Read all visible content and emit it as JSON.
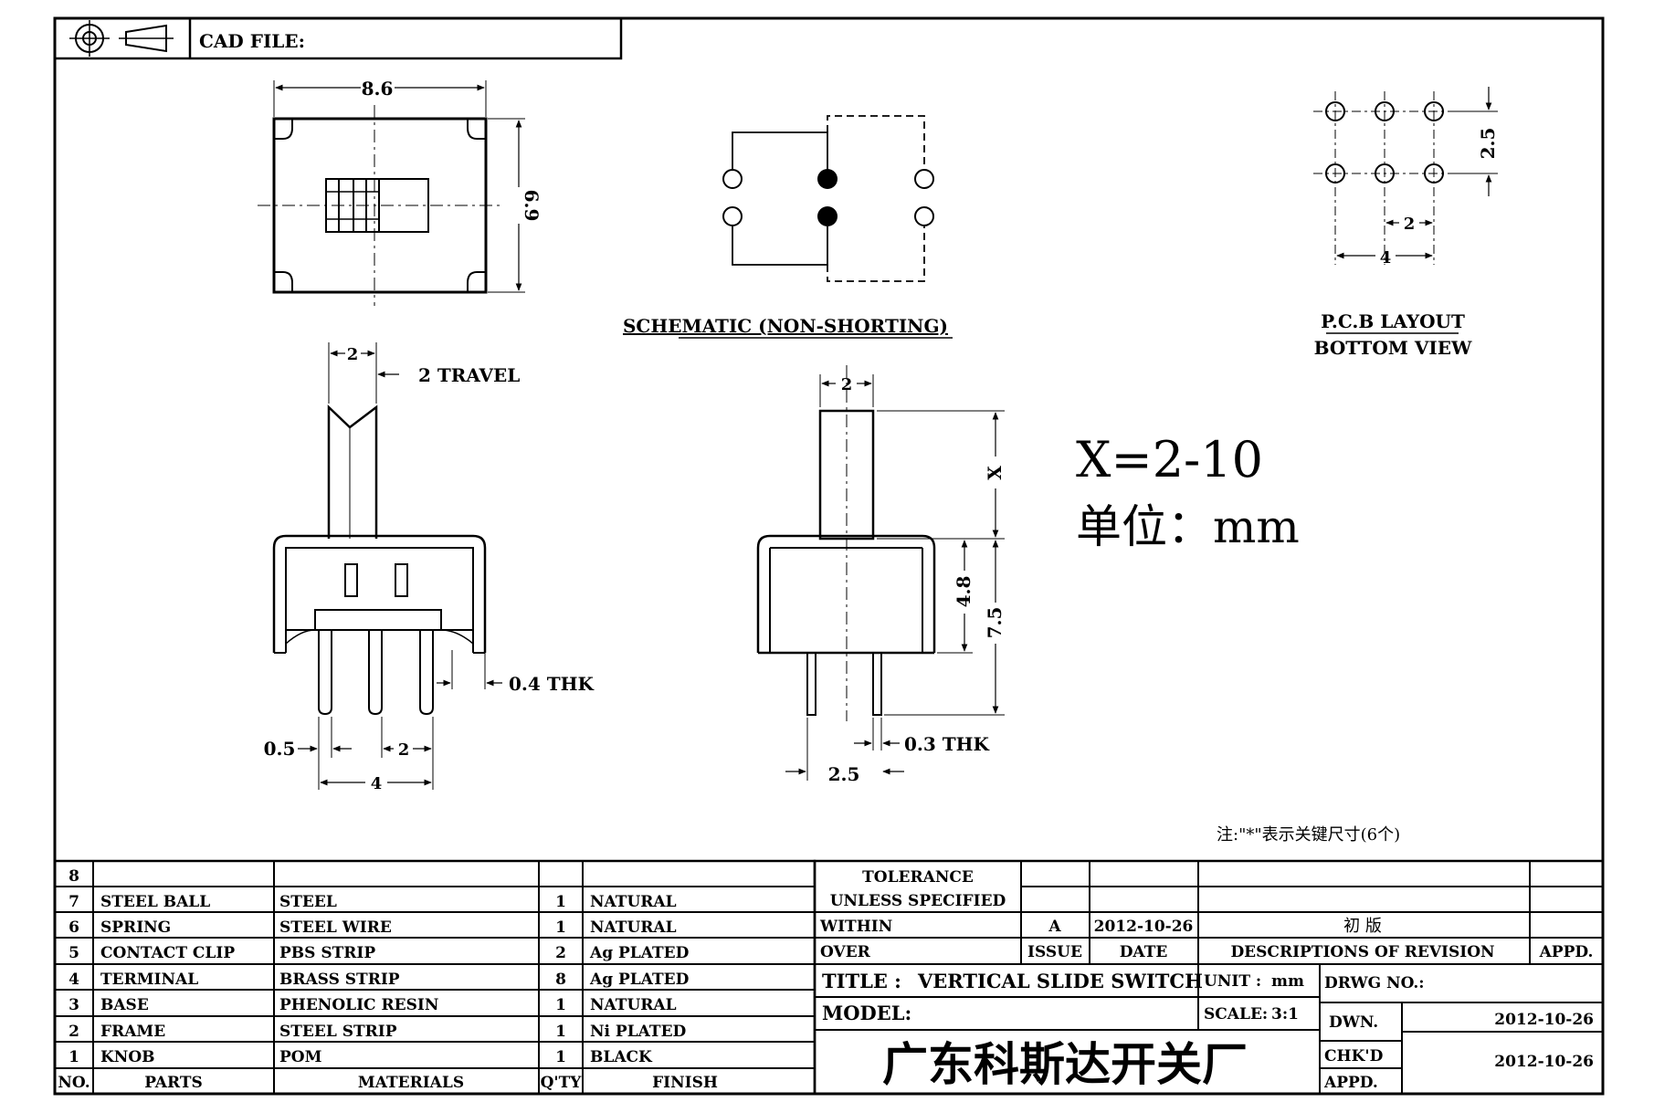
{
  "header": {
    "cad_file_label": "CAD FILE:"
  },
  "top_view": {
    "width_dim": "8.6",
    "height_dim": "6.9"
  },
  "schematic": {
    "title": "SCHEMATIC (NON-SHORTING)"
  },
  "pcb": {
    "title": "P.C.B LAYOUT",
    "subtitle": "BOTTOM VIEW",
    "dim_row": "2.5",
    "dim_pitch": "2",
    "dim_span": "4"
  },
  "front_view": {
    "dim_top": "2",
    "travel_label": "2 TRAVEL",
    "thk_label": "0.4 THK",
    "dim_pin_w": "0.5",
    "dim_pitch": "2",
    "dim_span": "4"
  },
  "side_view": {
    "dim_top": "2",
    "dim_x": "X",
    "dim_body": "4.8",
    "dim_total": "7.5",
    "thk_label": "0.3 THK",
    "dim_pitch": "2.5"
  },
  "notes": {
    "x_range": "X=2-10",
    "unit": "单位：mm",
    "key_note": "注:\"*\"表示关键尺寸(6个)"
  },
  "bom": {
    "header": {
      "no": "NO.",
      "parts": "PARTS",
      "materials": "MATERIALS",
      "qty": "Q'TY",
      "finish": "FINISH"
    },
    "rows": [
      {
        "no": "8",
        "part": "",
        "material": "",
        "qty": "",
        "finish": ""
      },
      {
        "no": "7",
        "part": "STEEL BALL",
        "material": "STEEL",
        "qty": "1",
        "finish": "NATURAL"
      },
      {
        "no": "6",
        "part": "SPRING",
        "material": "STEEL WIRE",
        "qty": "1",
        "finish": "NATURAL"
      },
      {
        "no": "5",
        "part": "CONTACT CLIP",
        "material": "PBS STRIP",
        "qty": "2",
        "finish": "Ag PLATED"
      },
      {
        "no": "4",
        "part": "TERMINAL",
        "material": "BRASS STRIP",
        "qty": "8",
        "finish": "Ag PLATED"
      },
      {
        "no": "3",
        "part": "BASE",
        "material": "PHENOLIC RESIN",
        "qty": "1",
        "finish": "NATURAL"
      },
      {
        "no": "2",
        "part": "FRAME",
        "material": "STEEL STRIP",
        "qty": "1",
        "finish": "Ni PLATED"
      },
      {
        "no": "1",
        "part": "KNOB",
        "material": "POM",
        "qty": "1",
        "finish": "BLACK"
      }
    ]
  },
  "title_block": {
    "tolerance": "TOLERANCE",
    "unless": "UNLESS SPECIFIED",
    "within": "WITHIN",
    "over": "OVER",
    "rev_issue": "A",
    "rev_date": "2012-10-26",
    "rev_desc": "初  版",
    "issue_label": "ISSUE",
    "date_label": "DATE",
    "desc_label": "DESCRIPTIONS OF REVISION",
    "appd_label": "APPD.",
    "title_label": "TITLE :",
    "title_value": "VERTICAL SLIDE SWITCH",
    "unit_label": "UNIT :",
    "unit_value": "mm",
    "drwg_label": "DRWG NO.:",
    "model_label": "MODEL:",
    "scale_label": "SCALE:",
    "scale_value": "3:1",
    "dwn_label": "DWN.",
    "dwn_date": "2012-10-26",
    "chkd_label": "CHK'D",
    "appd_row_label": "APPD.",
    "chk_date": "2012-10-26",
    "company": "广东科斯达开关厂"
  }
}
